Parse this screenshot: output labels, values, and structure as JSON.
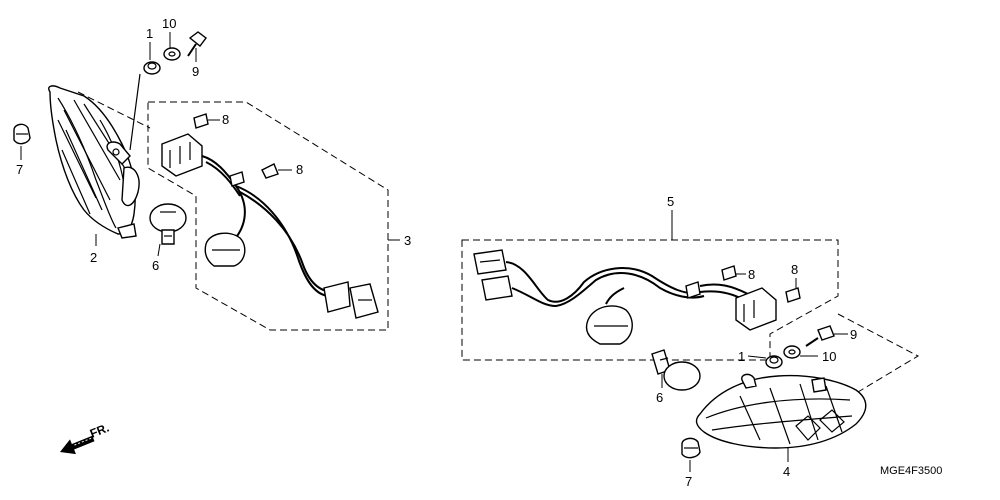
{
  "diagram": {
    "code": "MGE4F3500",
    "direction_label": "FR.",
    "callouts": {
      "left": {
        "c1": "1",
        "c10": "10",
        "c9": "9",
        "c8a": "8",
        "c8b": "8",
        "c7": "7",
        "c2": "2",
        "c6": "6",
        "c3": "3"
      },
      "right": {
        "c5": "5",
        "c8a": "8",
        "c8b": "8",
        "c9": "9",
        "c1": "1",
        "c10": "10",
        "c6": "6",
        "c4": "4",
        "c7": "7"
      }
    }
  }
}
